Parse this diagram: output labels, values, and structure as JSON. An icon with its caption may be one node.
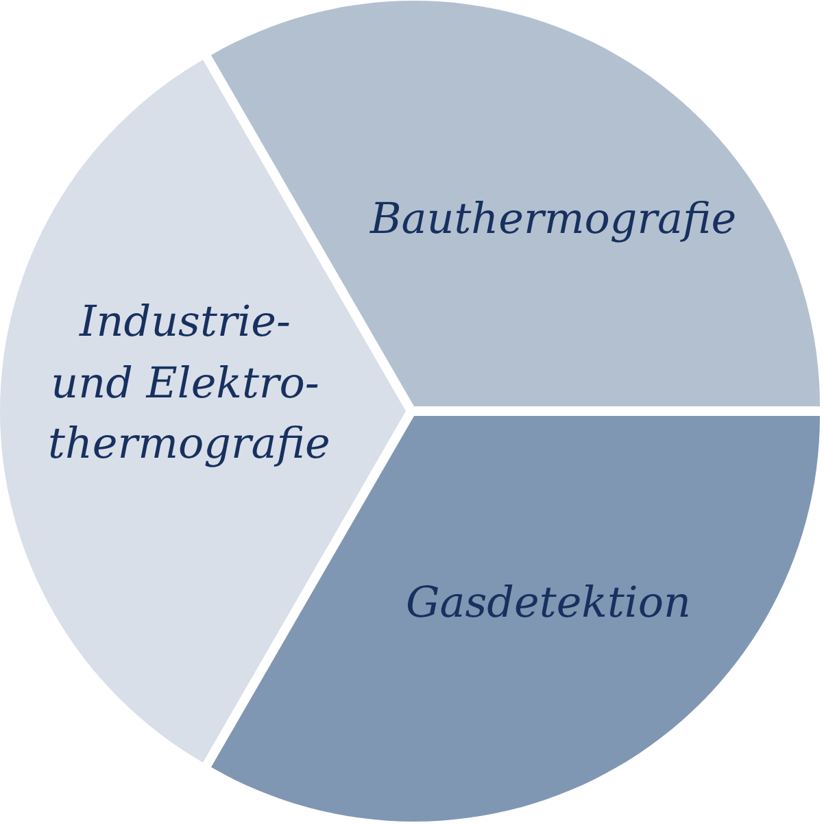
{
  "diagram": {
    "nodes": [
      {
        "text": [
          "Bauthermografie"
        ]
      },
      {
        "text": [
          "Gasdetektion"
        ]
      },
      {
        "text": [
          "Industrie- und Elektro- thermografie"
        ]
      }
    ]
  }
}
